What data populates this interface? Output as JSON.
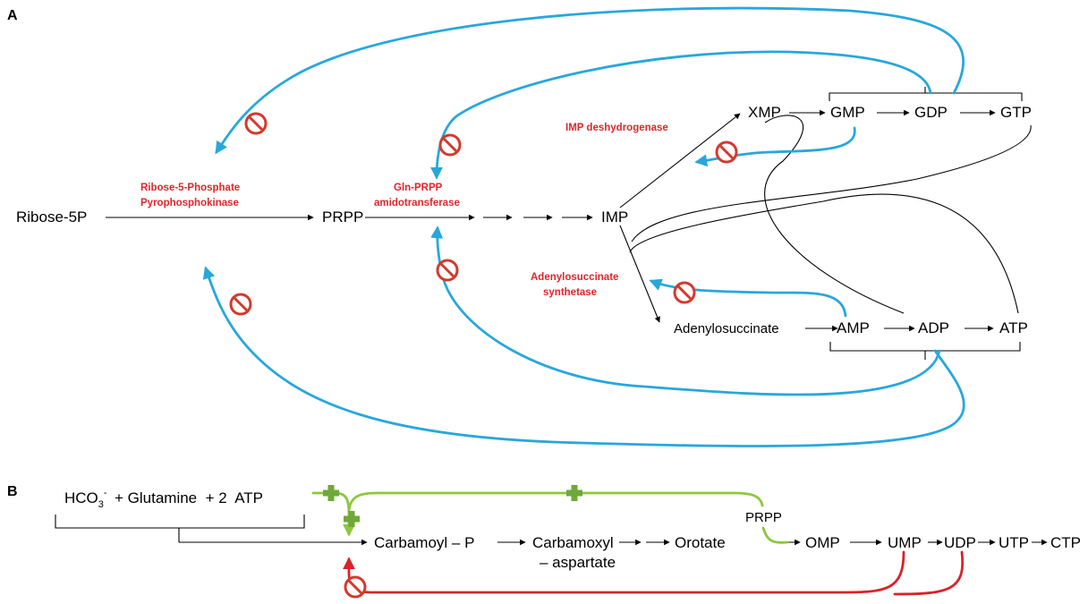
{
  "panel_a": {
    "label": "A",
    "nodes": {
      "ribose5p": "Ribose-5P",
      "prpp": "PRPP",
      "imp": "IMP",
      "xmp": "XMP",
      "gmp": "GMP",
      "gdp": "GDP",
      "gtp": "GTP",
      "adenylosuccinate": "Adenylosuccinate",
      "amp": "AMP",
      "adp": "ADP",
      "atp": "ATP"
    },
    "enzymes": {
      "ribose_line1": "Ribose-5-Phosphate",
      "ribose_line2": "Pyrophosphokinase",
      "gln_line1": "Gln-PRPP",
      "gln_line2": "amidotransferase",
      "impdh": "IMP deshydrogenase",
      "adsucc_line1": "Adenylosuccinate",
      "adsucc_line2": "synthetase"
    }
  },
  "panel_b": {
    "label": "B",
    "nodes": {
      "hco3": "HCO",
      "hco3_sub": "3",
      "hco3_sup": "-",
      "substrates": "+ Glutamine  + 2  ATP",
      "carbamoyl_p": "Carbamoyl – P",
      "carbamoxyl_line1": "Carbamoxyl",
      "carbamoxyl_line2": "– aspartate",
      "orotate": "Orotate",
      "prpp": "PRPP",
      "omp": "OMP",
      "ump": "UMP",
      "udp": "UDP",
      "utp": "UTP",
      "ctp": "CTP"
    }
  },
  "colors": {
    "inhibition_feedback": "#28a7dc",
    "activation": "#8dc63f",
    "pyrimidine_inhibition": "#d8232a",
    "inhibitor_symbol": "#d23a2e",
    "enzyme_label": "#e0262b"
  },
  "icons": {
    "inhibitor": "no-entry-icon",
    "activator": "plus-icon"
  }
}
